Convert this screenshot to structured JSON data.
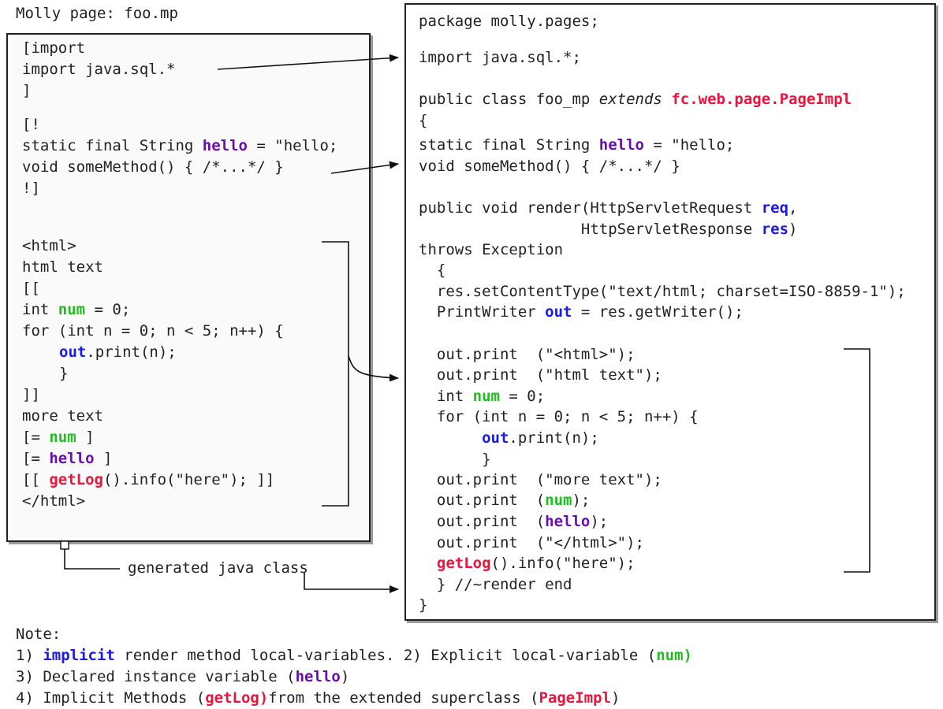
{
  "title": "Molly page: foo.mp",
  "left_code": {
    "import_open": "[import",
    "import_stmt": "import java.sql.*",
    "import_close": "]",
    "decl_open": "[!",
    "decl_field_pre": "static final String ",
    "decl_field_var": "hello",
    "decl_field_post": " = \"hello;",
    "decl_method": "void someMethod() { /*...*/ }",
    "decl_close": "!]",
    "html_open": "<html>",
    "html_text": "html text",
    "code_open": "[[",
    "int_pre": "int ",
    "int_var": "num",
    "int_post": " = 0;",
    "for_loop": "for (int n = 0; n < 5; n++) {",
    "out_var": "out",
    "out_post": ".print(n);",
    "brace_close": "}",
    "code_close": "]]",
    "more_text": "more text",
    "expr1_pre": "[= ",
    "expr1_var": "num",
    "expr1_post": " ]",
    "expr2_pre": "[= ",
    "expr2_var": "hello",
    "expr2_post": " ]",
    "log_pre": "[[ ",
    "log_var": "getLog",
    "log_post": "().info(\"here\"); ]]",
    "html_close": "</html>"
  },
  "right_code": {
    "package": "package molly.pages;",
    "import": "import java.sql.*;",
    "class_pre": "public class foo_mp ",
    "class_extends": "extends",
    "class_super": "fc.web.page.PageImpl",
    "brace_open": "{",
    "field_pre": "static final String ",
    "field_var": "hello",
    "field_post": " = \"hello;",
    "method": "void someMethod() { /*...*/ }",
    "render_pre": "public void render(HttpServletRequest ",
    "render_req": "req",
    "render_comma": ",",
    "render2_pre": "                  HttpServletResponse ",
    "render_res": "res",
    "render2_post": ")",
    "throws": "throws Exception",
    "inner_brace": "  {",
    "set_content": "  res.setContentType(\"text/html; charset=ISO-8859-1\");",
    "pw_pre": "  PrintWriter ",
    "pw_var": "out",
    "pw_post": " = res.getWriter();",
    "print_html": "  out.print  (\"<html>\");",
    "print_text": "  out.print  (\"html text\");",
    "int_pre": "  int ",
    "int_var": "num",
    "int_post": " = 0;",
    "for_loop": "  for (int n = 0; n < 5; n++) {",
    "out_pre": "       ",
    "out_var": "out",
    "out_post": ".print(n);",
    "for_close": "       }",
    "print_more": "  out.print  (\"more text\");",
    "print_num_pre": "  out.print  (",
    "print_num_var": "num",
    "print_num_post": ");",
    "print_hello_pre": "  out.print  (",
    "print_hello_var": "hello",
    "print_hello_post": ");",
    "print_close": "  out.print  (\"</html>\");",
    "log_pre": "  ",
    "log_var": "getLog",
    "log_post": "().info(\"here\");",
    "render_end": "  } //~render end",
    "brace_close": "}"
  },
  "generated_label": "generated java class",
  "notes": {
    "heading": "Note:",
    "n1_pre": "1) ",
    "n1_implicit": "implicit",
    "n1_mid": " render method local-variables. 2) Explicit local-variable (",
    "n1_num": "num)",
    "n3_pre": "3) Declared instance variable (",
    "n3_hello": "hello",
    "n3_post": ")",
    "n4_pre": "4) Implicit Methods (",
    "n4_getlog": "getLog)",
    "n4_mid": "from the extended superclass (",
    "n4_pageimpl": "PageImpl",
    "n4_post": ")"
  },
  "colors": {
    "instance_var": "#6a0dad",
    "local_var": "#1fbf1f",
    "implicit_var": "#1a1ae6",
    "superclass_method": "#e8163c"
  }
}
